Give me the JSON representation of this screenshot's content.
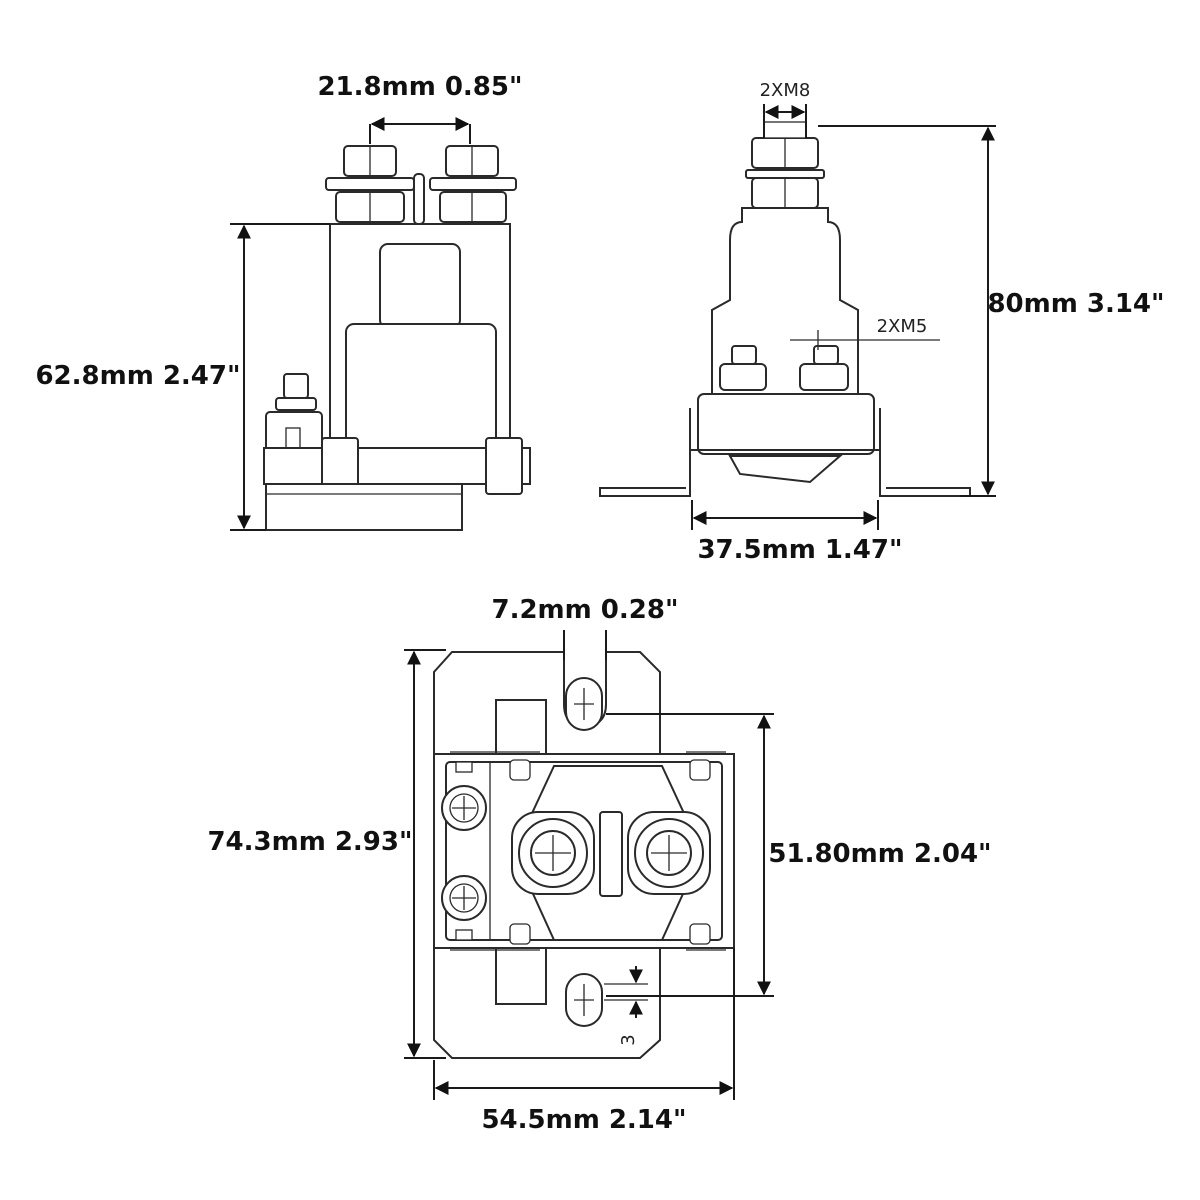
{
  "dimensions": {
    "top_left_width": "21.8mm 0.85\"",
    "top_left_height": "62.8mm 2.47\"",
    "top_right_thread_large": "2XM8",
    "top_right_thread_small": "2XM5",
    "top_right_height": "80mm 3.14\"",
    "top_right_width": "37.5mm 1.47\"",
    "bottom_slot_width": "7.2mm 0.28\"",
    "bottom_overall_height": "74.3mm 2.93\"",
    "bottom_inner_height": "51.80mm 2.04\"",
    "bottom_width": "54.5mm 2.14\"",
    "bottom_small_gap": "3"
  }
}
